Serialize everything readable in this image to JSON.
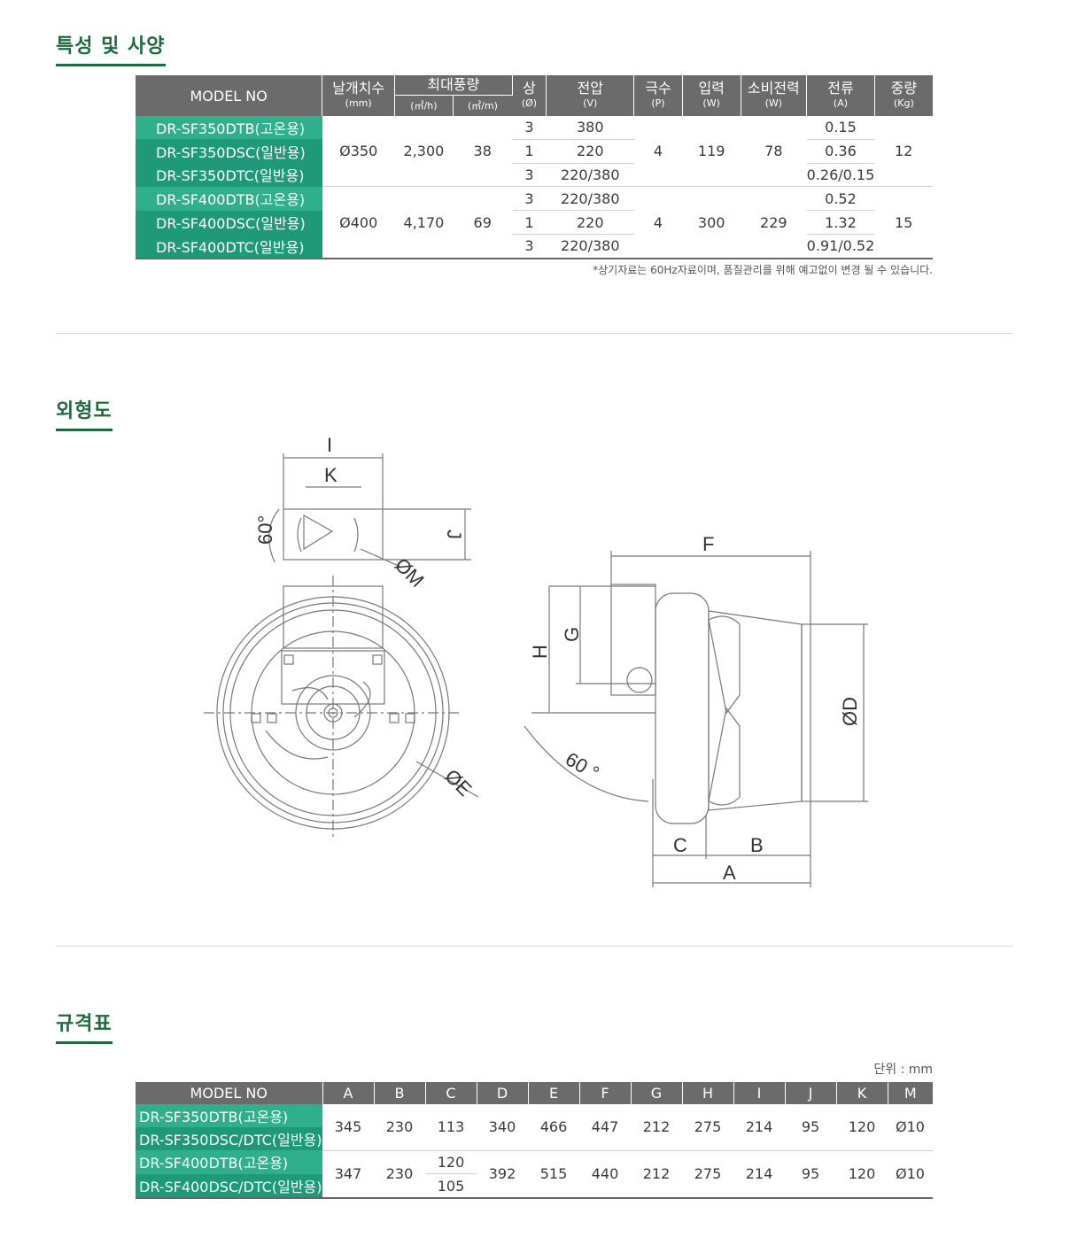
{
  "sections": {
    "spec_title": "특성 및 사양",
    "outline_title": "외형도",
    "size_title": "규격표"
  },
  "spec_table": {
    "headers": {
      "model": "MODEL NO",
      "blade": "날개치수",
      "blade_unit": "(mm)",
      "airflow": "최대풍량",
      "airflow_u1": "(㎥/h)",
      "airflow_u2": "(㎥/m)",
      "phase": "상",
      "phase_unit": "(Ø)",
      "voltage": "전압",
      "voltage_unit": "(V)",
      "poles": "극수",
      "poles_unit": "(P)",
      "input": "입력",
      "input_unit": "(W)",
      "power": "소비전력",
      "power_unit": "(W)",
      "current": "전류",
      "current_unit": "(A)",
      "weight": "중량",
      "weight_unit": "(Kg)"
    },
    "group1": {
      "models": [
        "DR-SF350DTB(고온용)",
        "DR-SF350DSC(일반용)",
        "DR-SF350DTC(일반용)"
      ],
      "blade": "Ø350",
      "flow_h": "2,300",
      "flow_m": "38",
      "phase": [
        "3",
        "1",
        "3"
      ],
      "voltage": [
        "380",
        "220",
        "220/380"
      ],
      "poles": "4",
      "input": "119",
      "power": "78",
      "current": [
        "0.15",
        "0.36",
        "0.26/0.15"
      ],
      "weight": "12"
    },
    "group2": {
      "models": [
        "DR-SF400DTB(고온용)",
        "DR-SF400DSC(일반용)",
        "DR-SF400DTC(일반용)"
      ],
      "blade": "Ø400",
      "flow_h": "4,170",
      "flow_m": "69",
      "phase": [
        "3",
        "1",
        "3"
      ],
      "voltage": [
        "220/380",
        "220",
        "220/380"
      ],
      "poles": "4",
      "input": "300",
      "power": "229",
      "current": [
        "0.52",
        "1.32",
        "0.91/0.52"
      ],
      "weight": "15"
    },
    "note": "*상기자료는 60Hz자료이며, 품질관리를 위해 예고없이 변경 될 수 있습니다."
  },
  "drawing": {
    "labels": {
      "I": "I",
      "K": "K",
      "J": "J",
      "M": "ØM",
      "E": "ØE",
      "angle1": "60°",
      "F": "F",
      "G": "G",
      "H": "H",
      "D": "ØD",
      "C": "C",
      "B": "B",
      "A": "A",
      "angle2": "60 °"
    }
  },
  "size_table": {
    "unit": "단위 : mm",
    "headers": [
      "MODEL NO",
      "A",
      "B",
      "C",
      "D",
      "E",
      "F",
      "G",
      "H",
      "I",
      "J",
      "K",
      "M"
    ],
    "group1": {
      "models": [
        "DR-SF350DTB(고온용)",
        "DR-SF350DSC/DTC(일반용)"
      ],
      "values": [
        "345",
        "230",
        "113",
        "340",
        "466",
        "447",
        "212",
        "275",
        "214",
        "95",
        "120",
        "Ø10"
      ]
    },
    "group2": {
      "models": [
        "DR-SF400DTB(고온용)",
        "DR-SF400DSC/DTC(일반용)"
      ],
      "A": "347",
      "B": "230",
      "C_top": "120",
      "C_bottom": "105",
      "values_rest": [
        "392",
        "515",
        "440",
        "212",
        "275",
        "214",
        "95",
        "120",
        "Ø10"
      ]
    }
  }
}
